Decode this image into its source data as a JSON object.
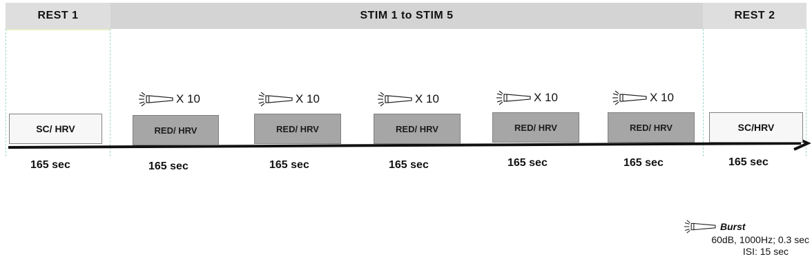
{
  "headers": {
    "rest1": "REST 1",
    "stim": "STIM 1 to STIM 5",
    "rest2": "REST 2"
  },
  "blocks": [
    {
      "label": "SC/ HRV",
      "duration": "165 sec",
      "kind": "rest"
    },
    {
      "label": "RED/ HRV",
      "duration": "165 sec",
      "kind": "stim",
      "repeat": "X 10"
    },
    {
      "label": "RED/ HRV",
      "duration": "165 sec",
      "kind": "stim",
      "repeat": "X 10"
    },
    {
      "label": "RED/ HRV",
      "duration": "165 sec",
      "kind": "stim",
      "repeat": "X 10"
    },
    {
      "label": "RED/ HRV",
      "duration": "165 sec",
      "kind": "stim",
      "repeat": "X 10"
    },
    {
      "label": "RED/ HRV",
      "duration": "165 sec",
      "kind": "stim",
      "repeat": "X 10"
    },
    {
      "label": "SC/HRV",
      "duration": "165 sec",
      "kind": "rest"
    }
  ],
  "legend": {
    "title": "Burst",
    "line1": "60dB, 1000Hz; 0.3 sec",
    "line2": "ISI: 15 sec"
  },
  "icons": {
    "speaker": "speaker-burst-icon",
    "arrow": "timeline-arrow"
  },
  "colors": {
    "stim_box": "#a6a6a6",
    "rest_box": "#f7f7f7",
    "header": "#d9d9d9"
  }
}
